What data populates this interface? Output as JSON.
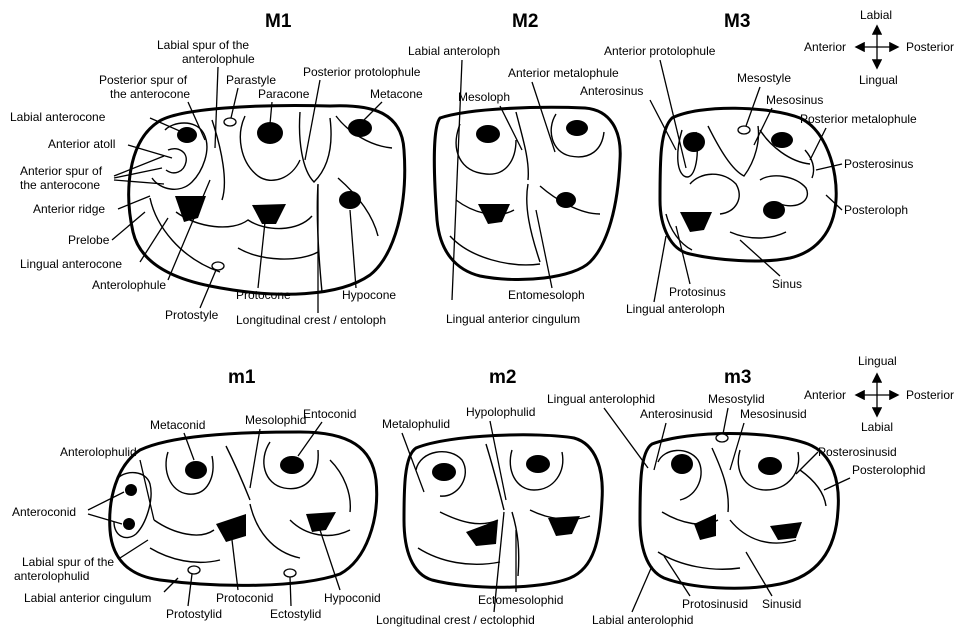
{
  "upper": {
    "titles": {
      "m1": "M1",
      "m2": "M2",
      "m3": "M3"
    },
    "compass": {
      "top": "Labial",
      "bottom": "Lingual",
      "left": "Anterior",
      "right": "Posterior"
    },
    "m1_labels": {
      "labial_spur": [
        "Labial spur of the",
        "anterolophule"
      ],
      "posterior_spur": [
        "Posterior spur of",
        "the anterocone"
      ],
      "parastyle": "Parastyle",
      "paracone": "Paracone",
      "posterior_protolophule": "Posterior protolophule",
      "metacone": "Metacone",
      "labial_anterocone": "Labial anterocone",
      "anterior_atoll": "Anterior atoll",
      "anterior_spur": [
        "Anterior spur of",
        "the anterocone"
      ],
      "anterior_ridge": "Anterior ridge",
      "prelobe": "Prelobe",
      "lingual_anterocone": "Lingual anterocone",
      "anterolophule": "Anterolophule",
      "protocone": "Protocone",
      "hypocone": "Hypocone",
      "protostyle": "Protostyle",
      "longitudinal_crest": "Longitudinal crest / entoloph"
    },
    "m2_labels": {
      "labial_anteroloph": "Labial anteroloph",
      "anterior_metalophule": "Anterior metalophule",
      "mesoloph": "Mesoloph",
      "entomesoloph": "Entomesoloph",
      "lingual_anterior_cingulum": "Lingual anterior cingulum"
    },
    "m3_labels": {
      "anterior_protolophule": "Anterior protolophule",
      "anterosinus": "Anterosinus",
      "mesostyle": "Mesostyle",
      "mesosinus": "Mesosinus",
      "posterior_metalophule": "Posterior metalophule",
      "posterosinus": "Posterosinus",
      "posteroloph": "Posteroloph",
      "sinus": "Sinus",
      "protosinus": "Protosinus",
      "lingual_anteroloph": "Lingual anteroloph"
    }
  },
  "lower": {
    "titles": {
      "m1": "m1",
      "m2": "m2",
      "m3": "m3"
    },
    "compass": {
      "top": "Lingual",
      "bottom": "Labial",
      "left": "Anterior",
      "right": "Posterior"
    },
    "m1_labels": {
      "metaconid": "Metaconid",
      "mesolophid": "Mesolophid",
      "entoconid": "Entoconid",
      "anterolophulid": "Anterolophulid",
      "anteroconid": "Anteroconid",
      "labial_spur": [
        "Labial spur of the",
        "anterolophulid"
      ],
      "labial_anterior_cingulum": "Labial anterior cingulum",
      "protostylid": "Protostylid",
      "protoconid": "Protoconid",
      "ectostylid": "Ectostylid",
      "hypoconid": "Hypoconid"
    },
    "m2_labels": {
      "metalophulid": "Metalophulid",
      "hypolophulid": "Hypolophulid",
      "ectomesolophid": "Ectomesolophid",
      "longitudinal_crest": "Longitudinal crest / ectolophid"
    },
    "m3_labels": {
      "lingual_anterolophid": "Lingual anterolophid",
      "mesostylid": "Mesostylid",
      "anterosinusid": "Anterosinusid",
      "mesosinusid": "Mesosinusid",
      "posterosinusid": "Posterosinusid",
      "posterolophid": "Posterolophid",
      "protosinusid": "Protosinusid",
      "sinusid": "Sinusid",
      "labial_anterolophid": "Labial anterolophid"
    }
  }
}
